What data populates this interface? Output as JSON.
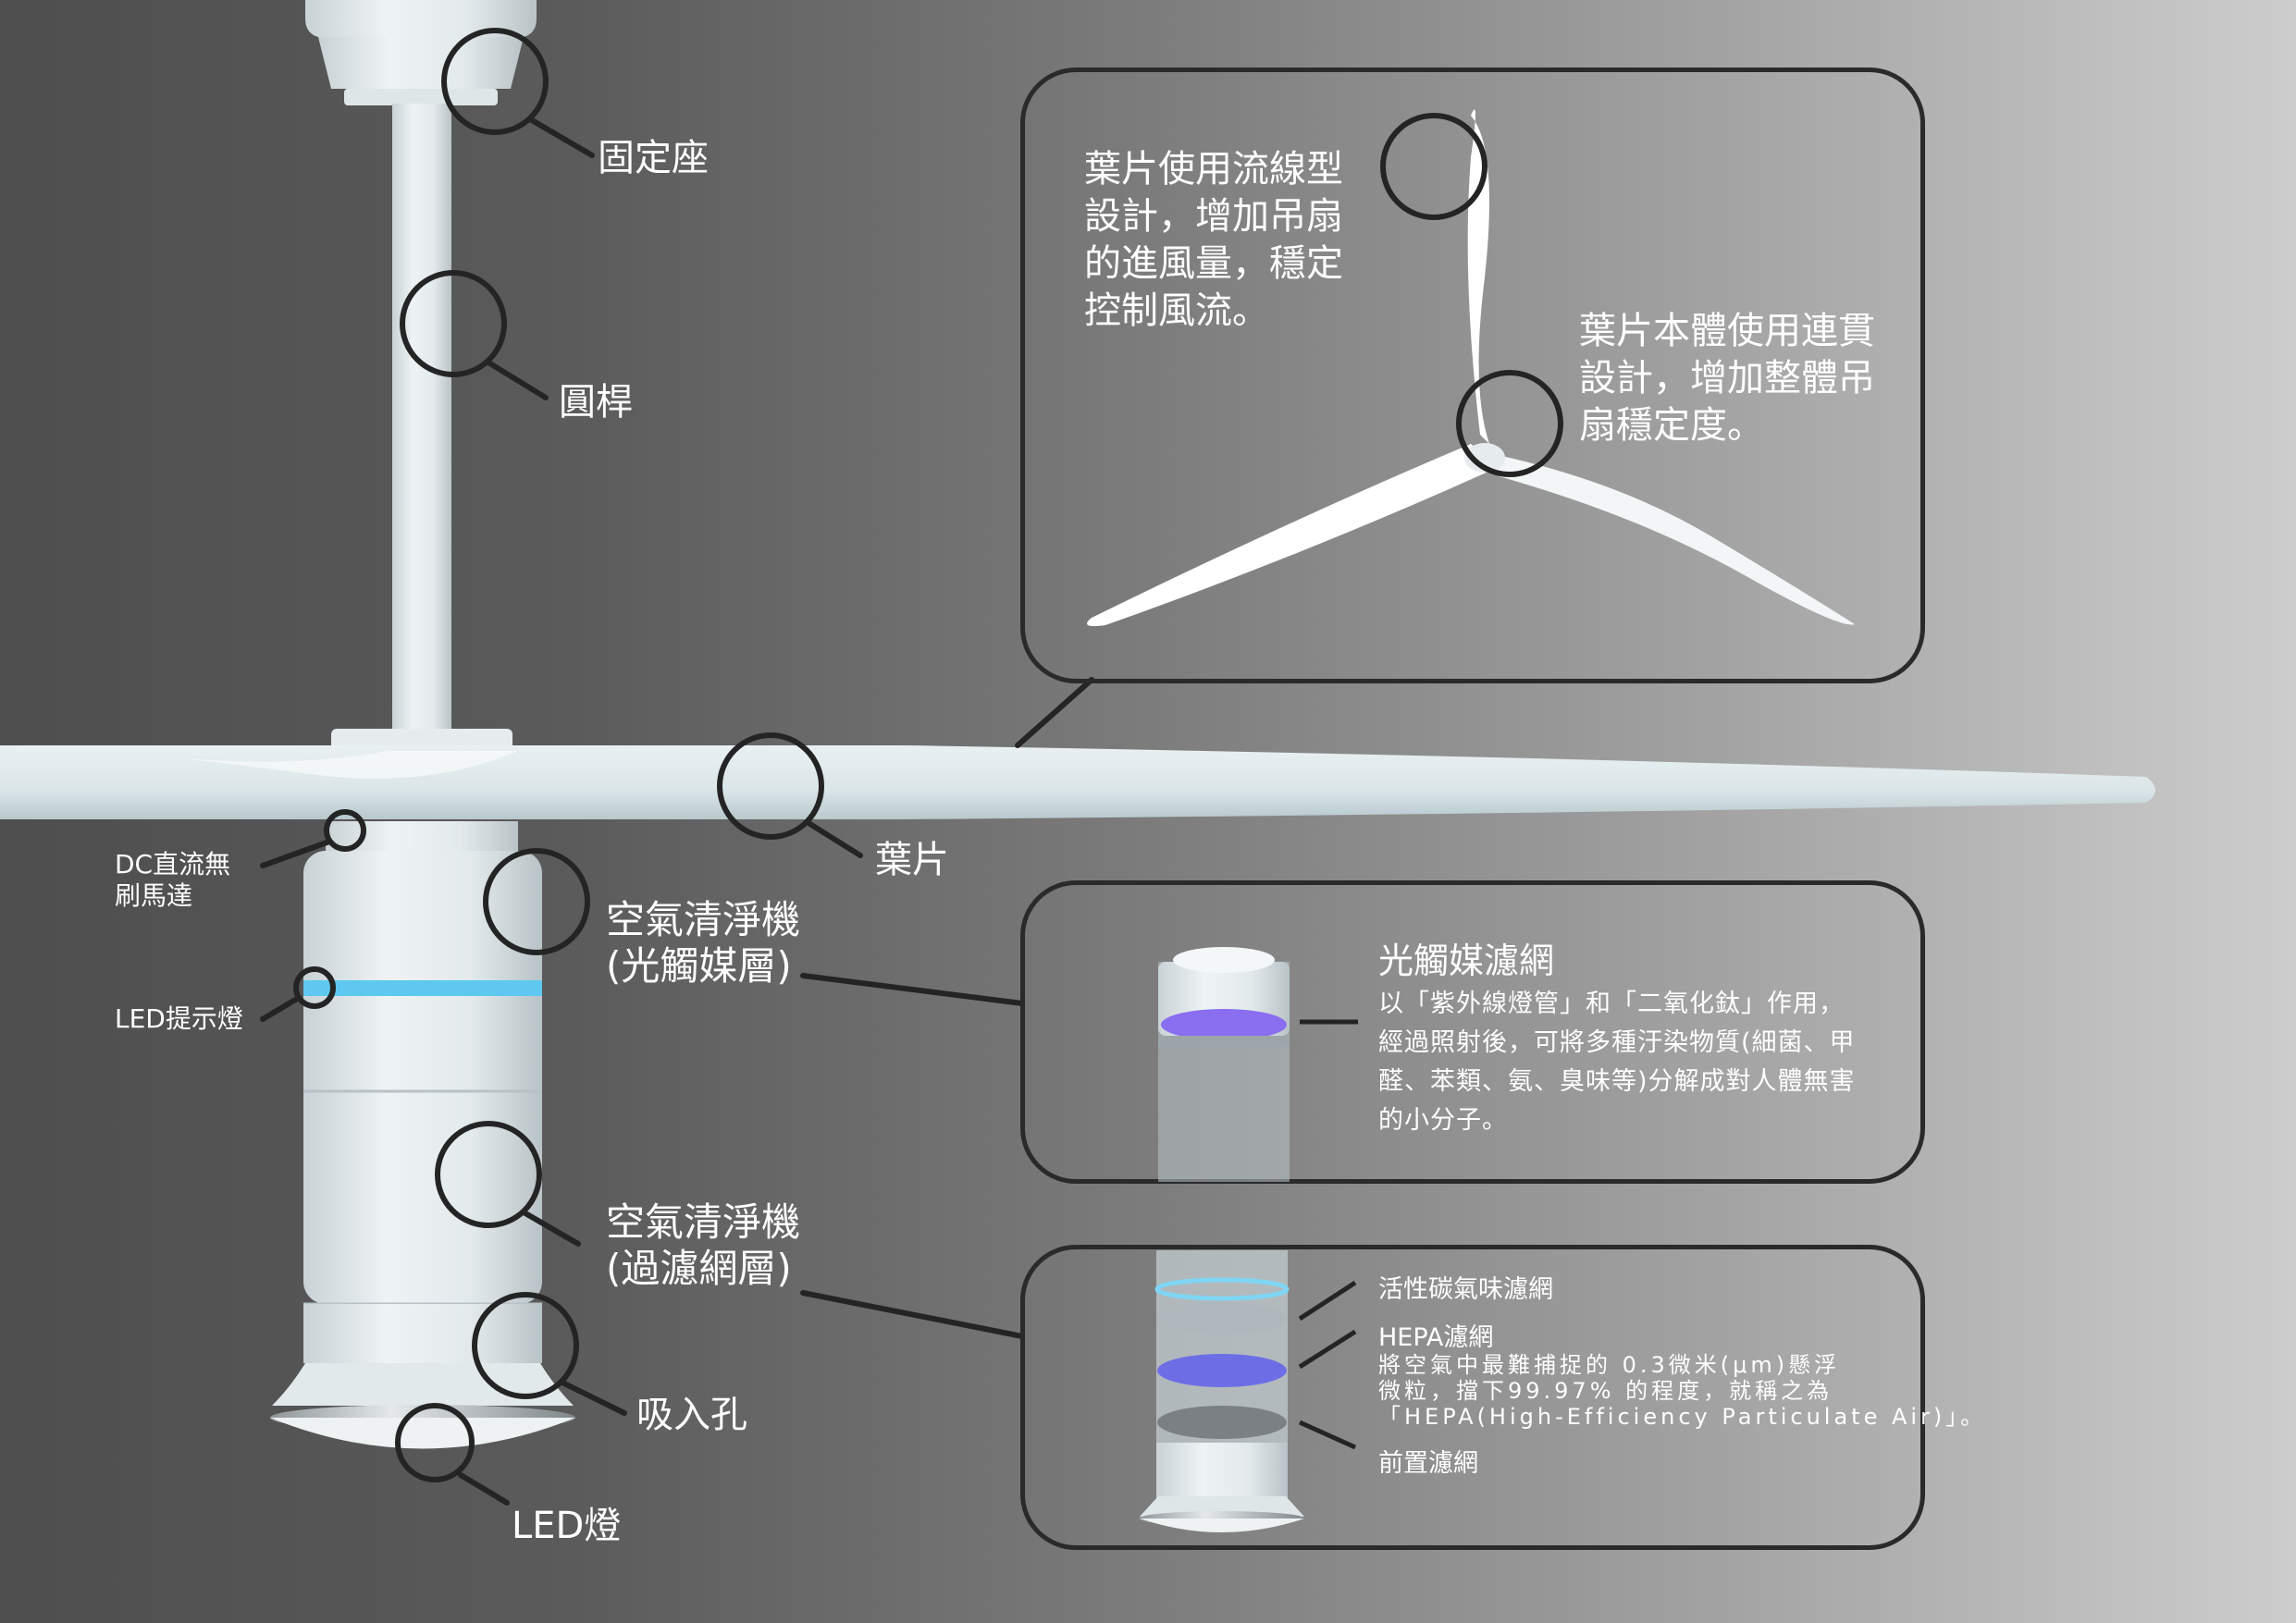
{
  "callouts": {
    "mount": "固定座",
    "rod": "圓桿",
    "blade": "葉片",
    "motor": "DC直流無\n刷馬達",
    "led_indicator": "LED提示燈",
    "purifier_photo": "空氣清淨機\n(光觸媒層)",
    "purifier_filter": "空氣清淨機\n(過濾網層)",
    "intake": "吸入孔",
    "led_light": "LED燈"
  },
  "blade_panel": {
    "text_streamline": "葉片使用流線型\n設計，增加吊扇\n的進風量，穩定\n控制風流。",
    "text_continuous": "葉片本體使用連貫\n設計，增加整體吊\n扇穩定度。"
  },
  "photo_panel": {
    "title": "光觸媒濾網",
    "body": "以「紫外線燈管」和「二氧化鈦」作用，\n經過照射後，可將多種汙染物質(細菌、甲\n醛、苯類、氨、臭味等)分解成對人體無害\n的小分子。"
  },
  "filter_panel": {
    "carbon": "活性碳氣味濾網",
    "hepa_title": "HEPA濾網",
    "hepa_body": "將空氣中最難捕捉的 0.3微米(μm)懸浮\n微粒，擋下99.97% 的程度，就稱之為\n「HEPA(High-Efficiency Particulate Air)」。",
    "pre": "前置濾網"
  },
  "colors": {
    "led_ring": "#5ec8f0",
    "photocatalyst_layer": "#8a6ef0",
    "hepa_layer": "#6d6ee6",
    "carbon_ring": "#7fd6f4",
    "outline": "#2a2a2a",
    "body_white": "#e8eef0"
  }
}
